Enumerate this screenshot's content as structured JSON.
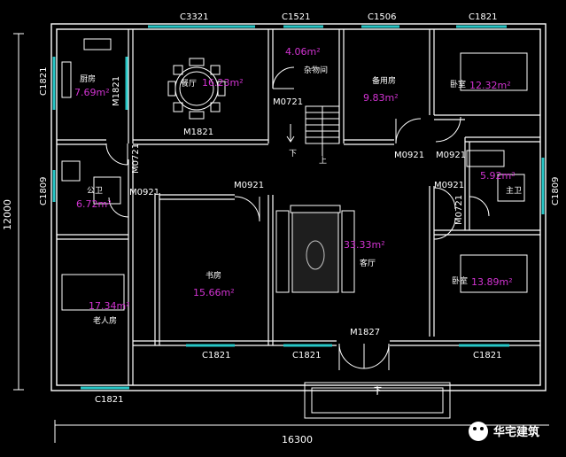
{
  "window_codes": {
    "c3321": "C3321",
    "c1521": "C1521",
    "c1506": "C1506",
    "c1821_top": "C1821",
    "c1821_left": "C1821",
    "c1809_left": "C1809",
    "c1809_right": "C1809",
    "c1821_b1": "C1821",
    "c1821_b2": "C1821",
    "c1821_b3": "C1821",
    "c1821_b4": "C1821"
  },
  "door_codes": {
    "m1821_vertical": "M1821",
    "m1821_dining": "M1821",
    "m0721_storage": "M0721",
    "m0721_bath": "M0721",
    "m0721_master": "M0721",
    "m0921_spare": "M0921",
    "m0921_br": "M0921",
    "m0921_master": "M0921",
    "m0921_toilet": "M0921",
    "m0921_study": "M0921",
    "m1827": "M1827"
  },
  "rooms": {
    "kitchen": {
      "name": "厨房",
      "area": "7.69m²"
    },
    "dining": {
      "name": "餐厅",
      "area": "16.23m²"
    },
    "storage": {
      "name": "杂物间",
      "area": "4.06m²"
    },
    "spare": {
      "name": "备用房",
      "area": "9.83m²"
    },
    "bedroom_ne": {
      "name": "卧室",
      "area": "12.32m²"
    },
    "master_bath": {
      "name": "主卫",
      "area": "5.92m²"
    },
    "public_bath": {
      "name": "公卫",
      "area": "6.72m²"
    },
    "study": {
      "name": "书房",
      "area": "15.66m²"
    },
    "living": {
      "name": "客厅",
      "area": "33.33m²"
    },
    "bedroom_se": {
      "name": "卧室",
      "area": "13.89m²"
    },
    "elder": {
      "name": "老人房",
      "area": "17.34m²"
    }
  },
  "stairs": {
    "down": "下",
    "up": "上",
    "porch_down": "下"
  },
  "dimensions": {
    "width": "16300",
    "height": "12000"
  },
  "watermark": {
    "text": "华宅建筑"
  },
  "colors": {
    "wall": "#ffffff",
    "window": "#27c6c6",
    "area_text": "#d233d2",
    "label": "#ffffff"
  }
}
